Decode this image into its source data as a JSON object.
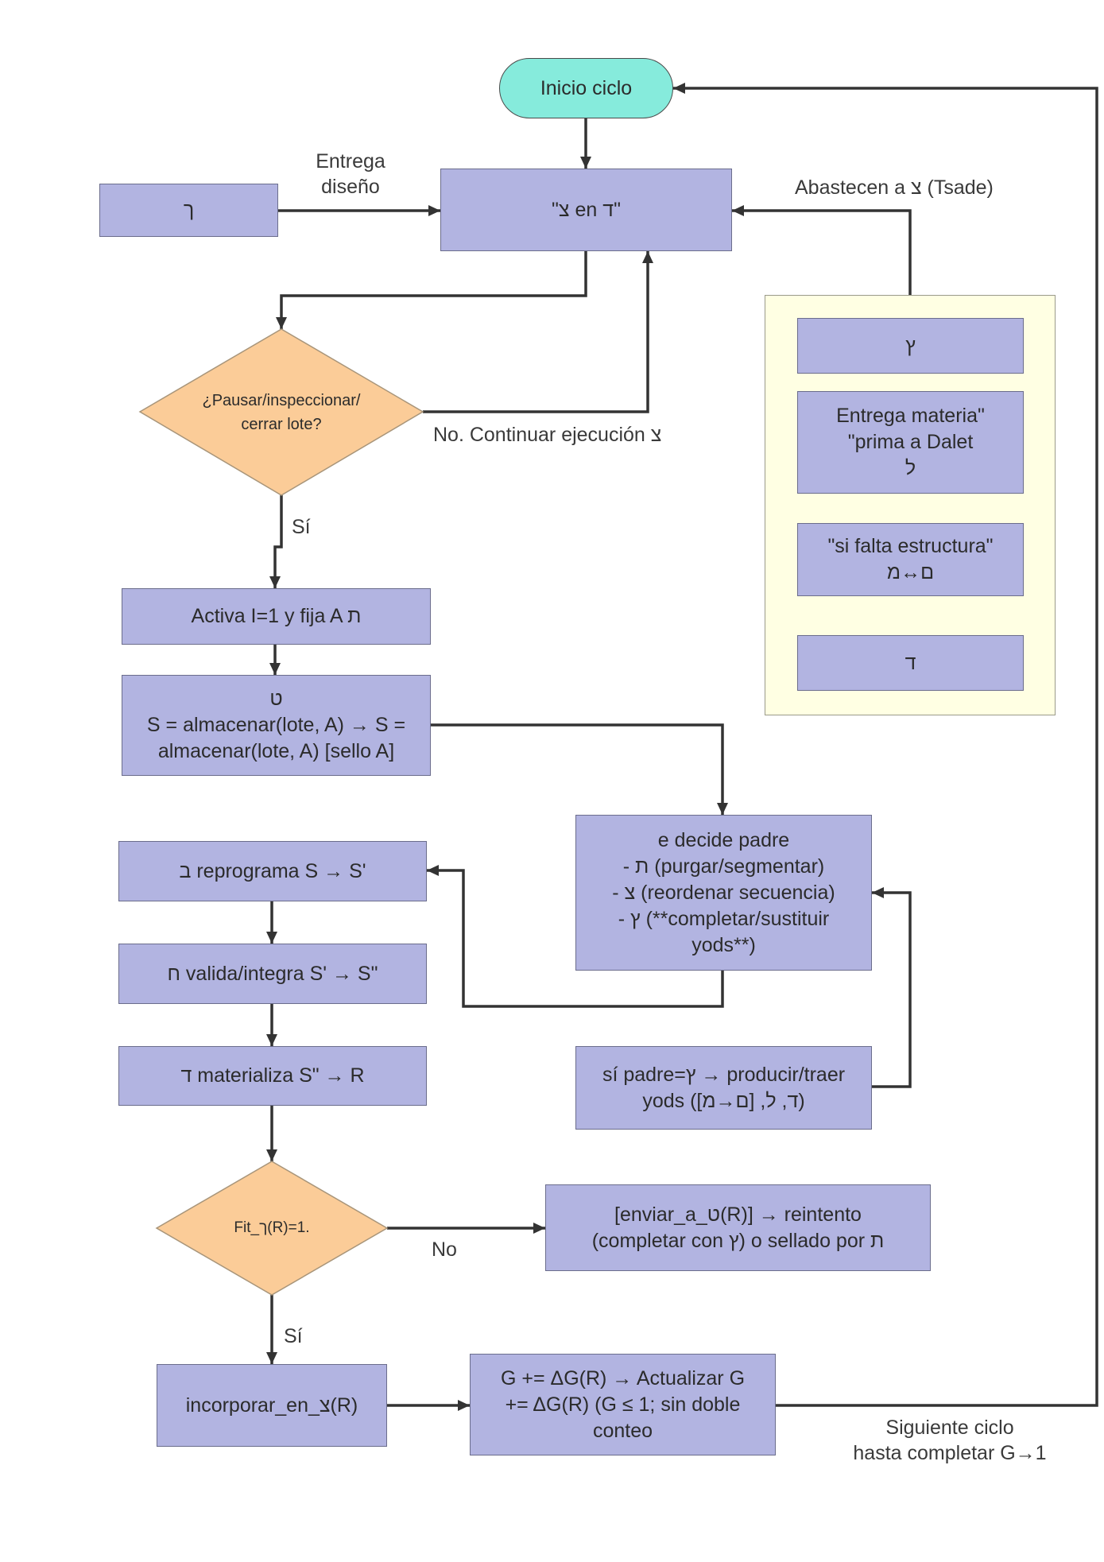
{
  "diagram": {
    "start": "Inicio ciclo",
    "resh_box": "ך",
    "entrega_label": [
      "Entrega",
      "diseño"
    ],
    "tsade_box": "\"צ en ד\"",
    "abastecen_label": "Abastecen a צ (Tsade)",
    "suppliers": [
      {
        "lines": [
          "ץ"
        ]
      },
      {
        "lines": [
          "Entrega materia\"",
          "\"prima a Dalet",
          "ל"
        ]
      },
      {
        "lines": [
          "\"si falta estructura\"",
          "ם↔מ"
        ]
      },
      {
        "lines": [
          "ד"
        ]
      }
    ],
    "pause_decision": [
      "¿Pausar/inspeccionar/",
      "cerrar lote?"
    ],
    "no_continue_label": "No. Continuar ejecución צ",
    "yes_label_1": "Sí",
    "activate_box": "Activa I=1 y fija A ת",
    "store_box": [
      "ט",
      "S = almacenar(lote, A) → S =",
      "almacenar(lote, A) [sello A]"
    ],
    "parent_box": [
      "e decide padre",
      "- ת (purgar/segmentar)",
      "- צ (reordenar secuencia)",
      "- ץ (**completar/sustituir",
      "yods**)"
    ],
    "reprogram_box": "ב reprograma S → S'",
    "validate_box": "ח valida/integra S' → S\"",
    "materialize_box": "ד materializa S\" → R",
    "yod_box": [
      "sí padre=ץ → producir/traer",
      "yods (ד, ל, [ם→מ])"
    ],
    "fit_decision": "Fit_ך(R)=1.",
    "no_label": "No",
    "retry_box": [
      "[enviar_a_ט(R)] → reintento",
      "(completar con ץ) o sellado por ת"
    ],
    "yes_label_2": "Sí",
    "incorporate_box": "incorporar_en_צ(R)",
    "update_box": [
      "G += ΔG(R) → Actualizar G",
      "+= ΔG(R) (G ≤ 1; sin doble",
      "conteo"
    ],
    "next_cycle_label": [
      "Siguiente ciclo",
      "hasta completar G→1"
    ]
  },
  "colors": {
    "process_fill": "#b2b4e1",
    "process_border": "#6b6d8c",
    "start_fill": "#86ebdc",
    "decision_fill": "#fbcc98",
    "panel_fill": "#ffffe3",
    "arrow": "#333333"
  }
}
